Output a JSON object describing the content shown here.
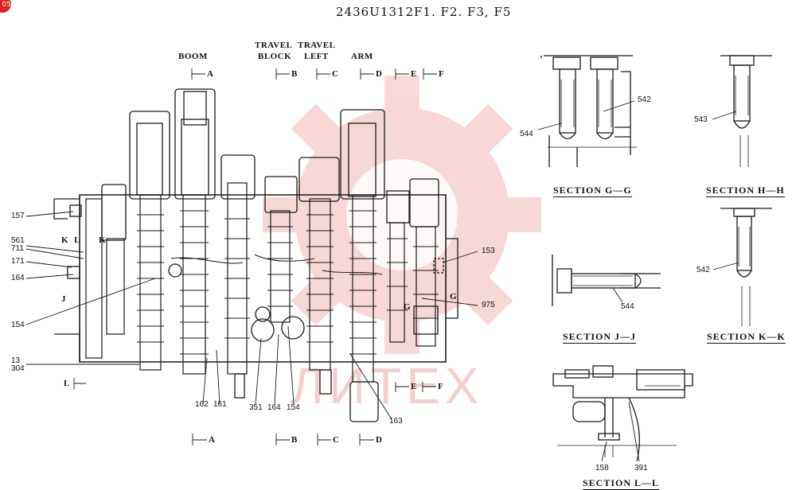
{
  "title": "2436U1312F1. F2. F3, F5",
  "corner_badge": "05",
  "watermark": {
    "text": "ЛИТЕХ",
    "color": "#e85a5a"
  },
  "headers": {
    "boom": "BOOM",
    "travel_block_1": "TRAVEL",
    "travel_block_2": "BLOCK",
    "travel_left_1": "TRAVEL",
    "travel_left_2": "LEFT",
    "arm": "ARM"
  },
  "markers": {
    "top_a": "A",
    "top_b": "B",
    "top_c": "C",
    "top_d": "D",
    "top_e": "E",
    "top_f": "F",
    "bot_a": "A",
    "bot_b": "B",
    "bot_c": "C",
    "bot_d": "D",
    "mid_e": "E",
    "mid_f": "F",
    "k1": "K",
    "l1": "L",
    "k2": "K",
    "j": "J",
    "g1": "G",
    "g2": "G",
    "l2": "L"
  },
  "sections": {
    "gg": "SECTION G—G",
    "hh": "SECTION H—H",
    "jj": "SECTION J—J",
    "kk": "SECTION K—K",
    "ll": "SECTION L—L"
  },
  "callouts": {
    "c157": "157",
    "c561": "561",
    "c711": "711",
    "c171": "171",
    "c164a": "164",
    "c154a": "154",
    "c13": "13",
    "c304": "304",
    "c162": "162",
    "c161": "161",
    "c351": "351",
    "c164b": "164",
    "c154b": "154",
    "c163": "163",
    "c153": "153",
    "c975": "975",
    "c544a": "544",
    "c542a": "542",
    "c543": "543",
    "c542b": "542",
    "c544b": "544",
    "c158": "158",
    "c391": "391"
  }
}
